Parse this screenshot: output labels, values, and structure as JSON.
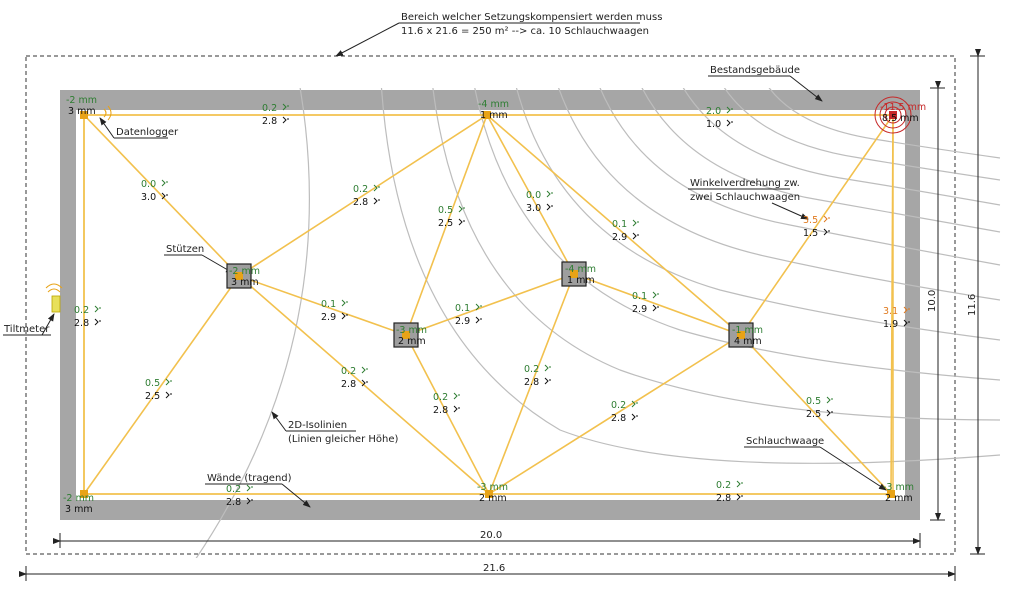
{
  "title": {
    "line1": "Bereich welcher Setzungskompensiert werden muss",
    "line2": "11.6 x 21.6 = 250 m² --> ca. 10 Schlauchwaagen"
  },
  "labels": {
    "bestand": "Bestandsgebäude",
    "datenlogger": "Datenlogger",
    "stuetzen": "Stützen",
    "tiltmeter": "Tiltmeter",
    "winkel1": "Winkelverdrehung zw.",
    "winkel2": "zwei Schlauchwaagen",
    "isolinien1": "2D-Isolinien",
    "isolinien2": "(Linien gleicher Höhe)",
    "waende": "Wände (tragend)",
    "schlauchwaage": "Schlauchwaage"
  },
  "dimensions": {
    "width_inner": "20.0",
    "width_outer": "21.6",
    "height_inner": "10.0",
    "height_outer": "11.6"
  },
  "points": [
    {
      "id": "p1",
      "top": "-2 mm",
      "bottom": "3 mm"
    },
    {
      "id": "p2",
      "top": "-4 mm",
      "bottom": "1 mm"
    },
    {
      "id": "p3",
      "top": "-11.5 mm",
      "bottom": "8.5 mm"
    },
    {
      "id": "p4",
      "top": "-2 mm",
      "bottom": "3 mm"
    },
    {
      "id": "p5",
      "top": "-3 mm",
      "bottom": "2 mm"
    },
    {
      "id": "p6",
      "top": "-3 mm",
      "bottom": "2 mm"
    },
    {
      "id": "c1",
      "top": "-2 mm",
      "bottom": "3 mm"
    },
    {
      "id": "c2",
      "top": "-3 mm",
      "bottom": "2 mm"
    },
    {
      "id": "c3",
      "top": "-4 mm",
      "bottom": "1 mm"
    },
    {
      "id": "c4",
      "top": "-1 mm",
      "bottom": "4 mm"
    }
  ],
  "links": [
    {
      "id": "e1",
      "angle": "0.2",
      "len": "2.8"
    },
    {
      "id": "e2",
      "angle": "2.0",
      "len": "1.0"
    },
    {
      "id": "e3",
      "angle": "0.0",
      "len": "3.0"
    },
    {
      "id": "e4",
      "angle": "0.2",
      "len": "2.8"
    },
    {
      "id": "e5",
      "angle": "0.5",
      "len": "2.5"
    },
    {
      "id": "e6",
      "angle": "0.0",
      "len": "3.0"
    },
    {
      "id": "e7",
      "angle": "0.1",
      "len": "2.9"
    },
    {
      "id": "e8",
      "angle": "3.5",
      "len": "1.5"
    },
    {
      "id": "e9",
      "angle": "0.2",
      "len": "2.8"
    },
    {
      "id": "e10",
      "angle": "0.1",
      "len": "2.9"
    },
    {
      "id": "e11",
      "angle": "0.1",
      "len": "2.9"
    },
    {
      "id": "e12",
      "angle": "0.1",
      "len": "2.9"
    },
    {
      "id": "e13",
      "angle": "3.1",
      "len": "1.9"
    },
    {
      "id": "e14",
      "angle": "0.5",
      "len": "2.5"
    },
    {
      "id": "e15",
      "angle": "0.2",
      "len": "2.8"
    },
    {
      "id": "e16",
      "angle": "0.2",
      "len": "2.8"
    },
    {
      "id": "e17",
      "angle": "0.2",
      "len": "2.8"
    },
    {
      "id": "e18",
      "angle": "0.2",
      "len": "2.8"
    },
    {
      "id": "e19",
      "angle": "0.5",
      "len": "2.5"
    },
    {
      "id": "e20",
      "angle": "0.2",
      "len": "2.8"
    },
    {
      "id": "e21",
      "angle": "0.2",
      "len": "2.8"
    }
  ],
  "colors": {
    "wall": "#a6a6a6",
    "line": "#f2c14e",
    "sensor": "#e8a317",
    "green": "#2e7d32",
    "orange": "#e07a1f",
    "red": "#c62828"
  }
}
